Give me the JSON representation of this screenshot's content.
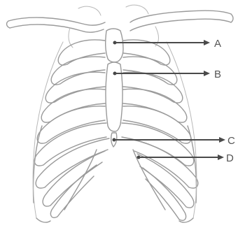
{
  "labels": [
    {
      "id": "a",
      "text": "A"
    },
    {
      "id": "b",
      "text": "B"
    },
    {
      "id": "c",
      "text": "C"
    },
    {
      "id": "d",
      "text": "D"
    }
  ]
}
